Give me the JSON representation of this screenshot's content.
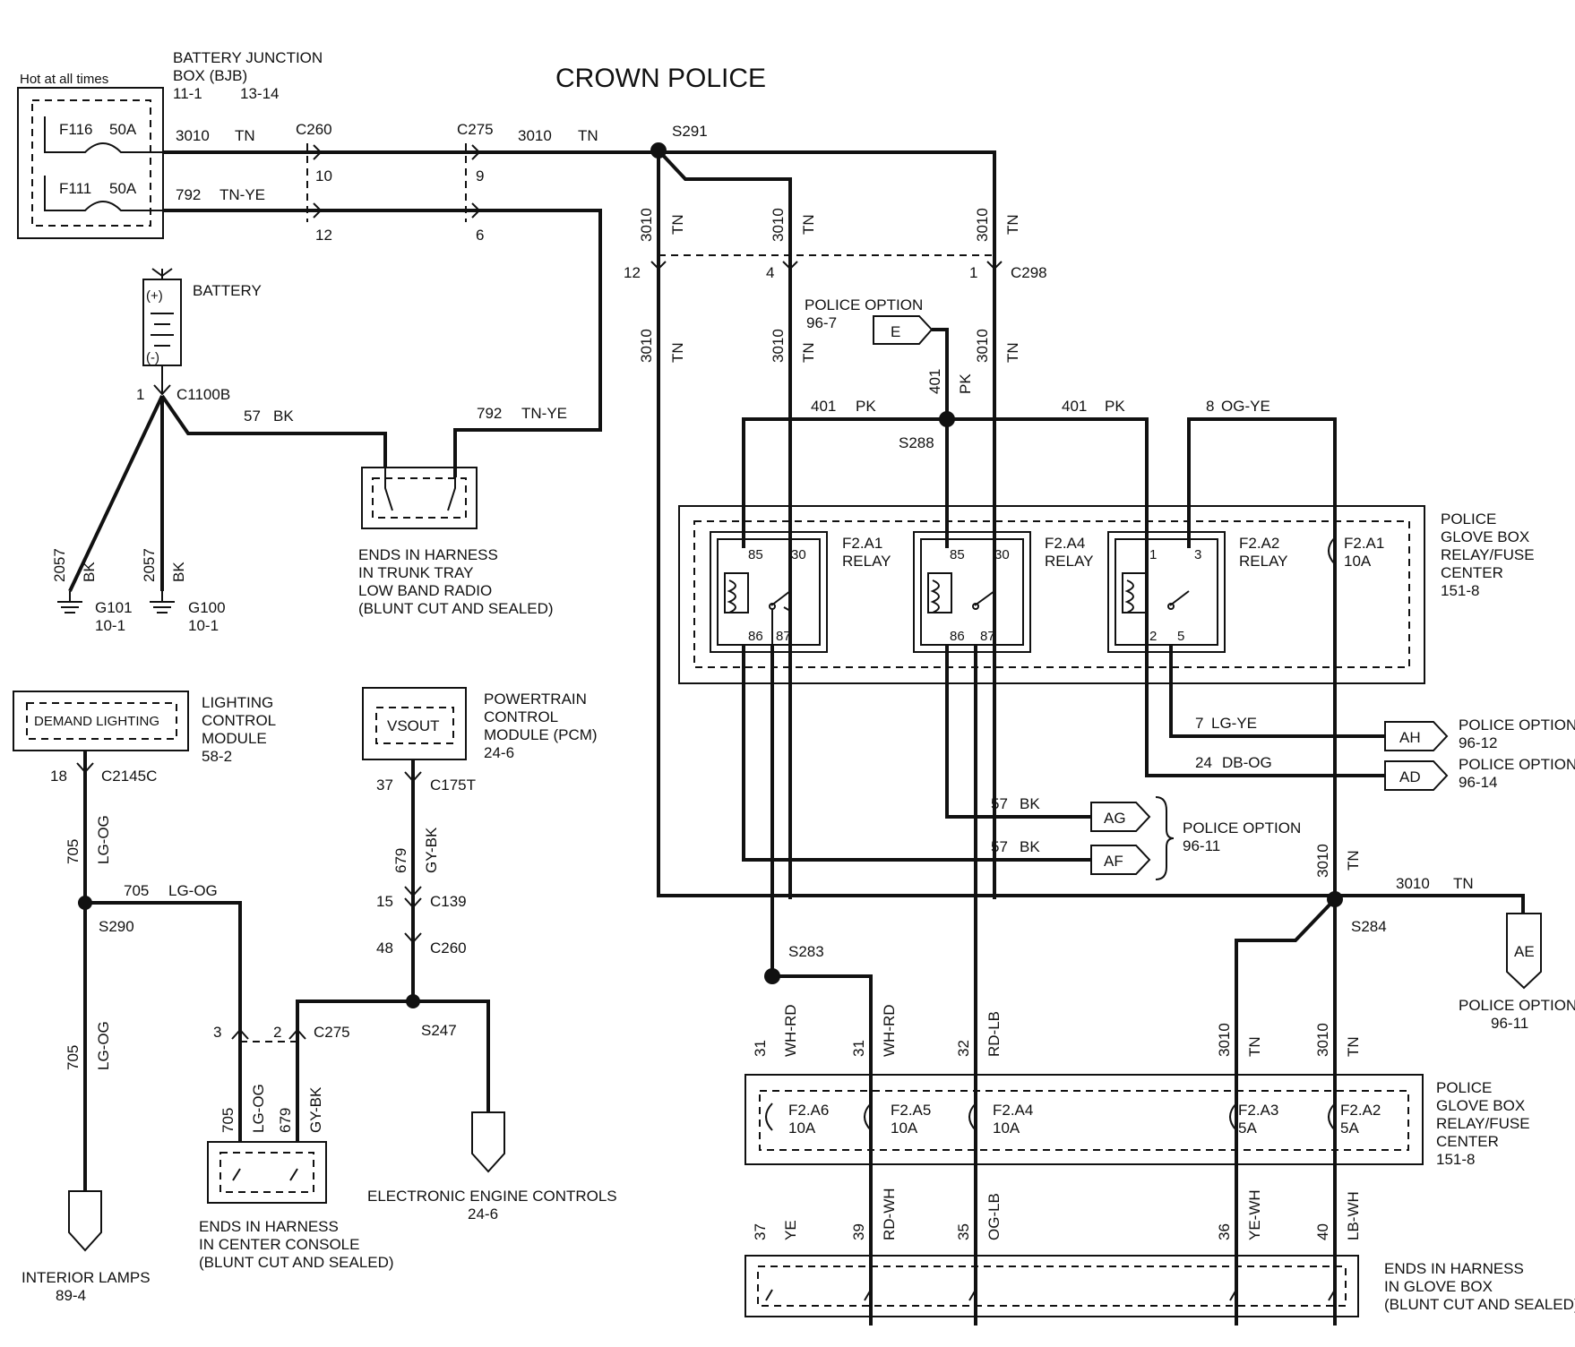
{
  "title": "CROWN POLICE",
  "colors": {
    "ink": "#111111",
    "background": "#ffffff"
  },
  "bjb": {
    "hot": "Hot at all times",
    "name1": "BATTERY  JUNCTION",
    "name2": "BOX (BJB)",
    "ref1": "11-1",
    "ref2": "13-14",
    "fuse1": "F116",
    "fuse1_amp": "50A",
    "fuse2": "F111",
    "fuse2_amp": "50A"
  },
  "battery": {
    "label": "BATTERY",
    "plus": "(+)",
    "minus": "(-)",
    "connector": "C1100B",
    "pin": "1"
  },
  "wires": {
    "w3010": "3010",
    "tn": "TN",
    "w792": "792",
    "tnye": "TN-YE",
    "w57": "57",
    "bk": "BK",
    "w2057": "2057",
    "w401": "401",
    "pk": "PK",
    "w8": "8",
    "ogye": "OG-YE",
    "w7": "7",
    "lgye": "LG-YE",
    "w24": "24",
    "dbog": "DB-OG",
    "w705": "705",
    "lgog": "LG-OG",
    "w679": "679",
    "gybk": "GY-BK",
    "w31": "31",
    "whrd": "WH-RD",
    "w32": "32",
    "rdlb": "RD-LB",
    "w37": "37",
    "ye": "YE",
    "w39": "39",
    "rdwh": "RD-WH",
    "w35": "35",
    "oglb": "OG-LB",
    "w36": "36",
    "yewh": "YE-WH",
    "w40": "40",
    "lbwh": "LB-WH"
  },
  "connectors": {
    "c260": "C260",
    "c260_p1": "10",
    "c260_p2": "12",
    "c275": "C275",
    "c275_p1": "9",
    "c275_p2": "6",
    "c298": "C298",
    "c298_p1": "12",
    "c298_p2": "4",
    "c298_p3": "1",
    "c2145c": "C2145C",
    "c2145c_p": "18",
    "c175t": "C175T",
    "c175t_p": "37",
    "c139": "C139",
    "c139_p": "15",
    "c260b": "C260",
    "c260b_p": "48",
    "c275b": "C275",
    "c275b_p1": "3",
    "c275b_p2": "2"
  },
  "splices": {
    "s291": "S291",
    "s288": "S288",
    "s284": "S284",
    "s283": "S283",
    "s290": "S290",
    "s247": "S247"
  },
  "grounds": {
    "g101": "G101",
    "g101_ref": "10-1",
    "g100": "G100",
    "g100_ref": "10-1"
  },
  "trunk_tray": {
    "l1": "ENDS IN HARNESS",
    "l2": "IN TRUNK TRAY",
    "l3": "LOW BAND RADIO",
    "l4": "(BLUNT CUT AND SEALED)"
  },
  "police_option_e": {
    "label": "POLICE OPTION",
    "ref": "96-7",
    "tag": "E"
  },
  "relay_center": {
    "l1": "POLICE",
    "l2": "GLOVE BOX",
    "l3": "RELAY/FUSE",
    "l4": "CENTER",
    "ref": "151-8",
    "relay1": "F2.A1",
    "relay1_b": "RELAY",
    "relay2": "F2.A4",
    "relay2_b": "RELAY",
    "relay3": "F2.A2",
    "relay3_b": "RELAY",
    "fuse": "F2.A1",
    "fuse_amp": "10A",
    "p85": "85",
    "p30": "30",
    "p86": "86",
    "p87": "87",
    "p1": "1",
    "p3": "3",
    "p2": "2",
    "p5": "5"
  },
  "options": {
    "ah": "AH",
    "ah_label": "POLICE OPTION",
    "ah_ref": "96-12",
    "ad": "AD",
    "ad_label": "POLICE OPTION",
    "ad_ref": "96-14",
    "ag": "AG",
    "af": "AF",
    "agaf_label": "POLICE OPTION",
    "agaf_ref": "96-11",
    "ae": "AE",
    "ae_label": "POLICE OPTION",
    "ae_ref": "96-11"
  },
  "lighting": {
    "inner": "DEMAND LIGHTING",
    "l1": "LIGHTING",
    "l2": "CONTROL",
    "l3": "MODULE",
    "ref": "58-2"
  },
  "pcm": {
    "inner": "VSOUT",
    "l1": "POWERTRAIN",
    "l2": "CONTROL",
    "l3": "MODULE (PCM)",
    "ref": "24-6"
  },
  "console": {
    "l1": "ENDS IN HARNESS",
    "l2": "IN CENTER CONSOLE",
    "l3": "(BLUNT CUT AND SEALED)"
  },
  "interior": {
    "l1": "INTERIOR LAMPS",
    "ref": "89-4"
  },
  "eec": {
    "l1": "ELECTRONIC ENGINE CONTROLS",
    "ref": "24-6"
  },
  "fuse_center": {
    "l1": "POLICE",
    "l2": "GLOVE BOX",
    "l3": "RELAY/FUSE",
    "l4": "CENTER",
    "ref": "151-8",
    "f1": "F2.A6",
    "f1a": "10A",
    "f2": "F2.A5",
    "f2a": "10A",
    "f3": "F2.A4",
    "f3a": "10A",
    "f4": "F2.A3",
    "f4a": "5A",
    "f5": "F2.A2",
    "f5a": "5A"
  },
  "glove": {
    "l1": "ENDS IN HARNESS",
    "l2": "IN GLOVE BOX",
    "l3": "(BLUNT CUT AND SEALED)"
  }
}
